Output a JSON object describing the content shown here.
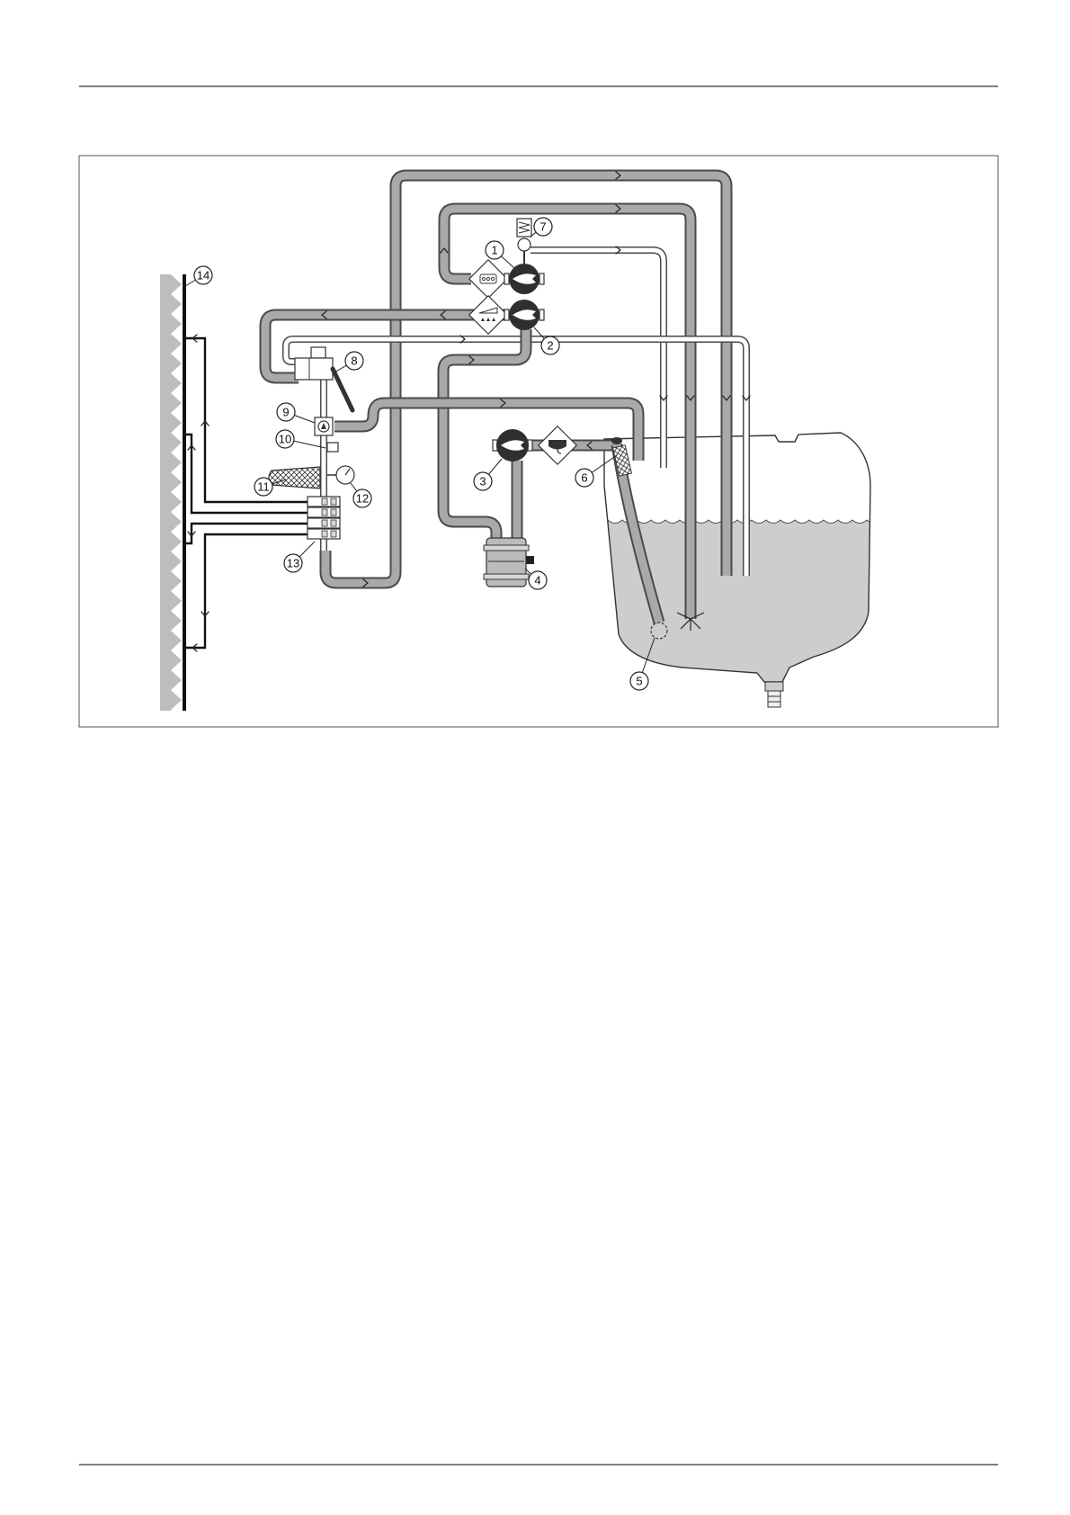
{
  "diagram": {
    "callouts": [
      "1",
      "2",
      "3",
      "4",
      "5",
      "6",
      "7",
      "8",
      "9",
      "10",
      "11",
      "12",
      "13",
      "14"
    ]
  },
  "icons": [
    "agitation-icon",
    "spray-boom-icon",
    "tank-suction-icon",
    "flow-arrow-icon"
  ],
  "colors": {
    "pipe": "#a9a9a9",
    "outline": "#4a4a4a",
    "valve": "#2f2f2f",
    "liquid": "#cdcdcd",
    "ink": "#111111"
  }
}
